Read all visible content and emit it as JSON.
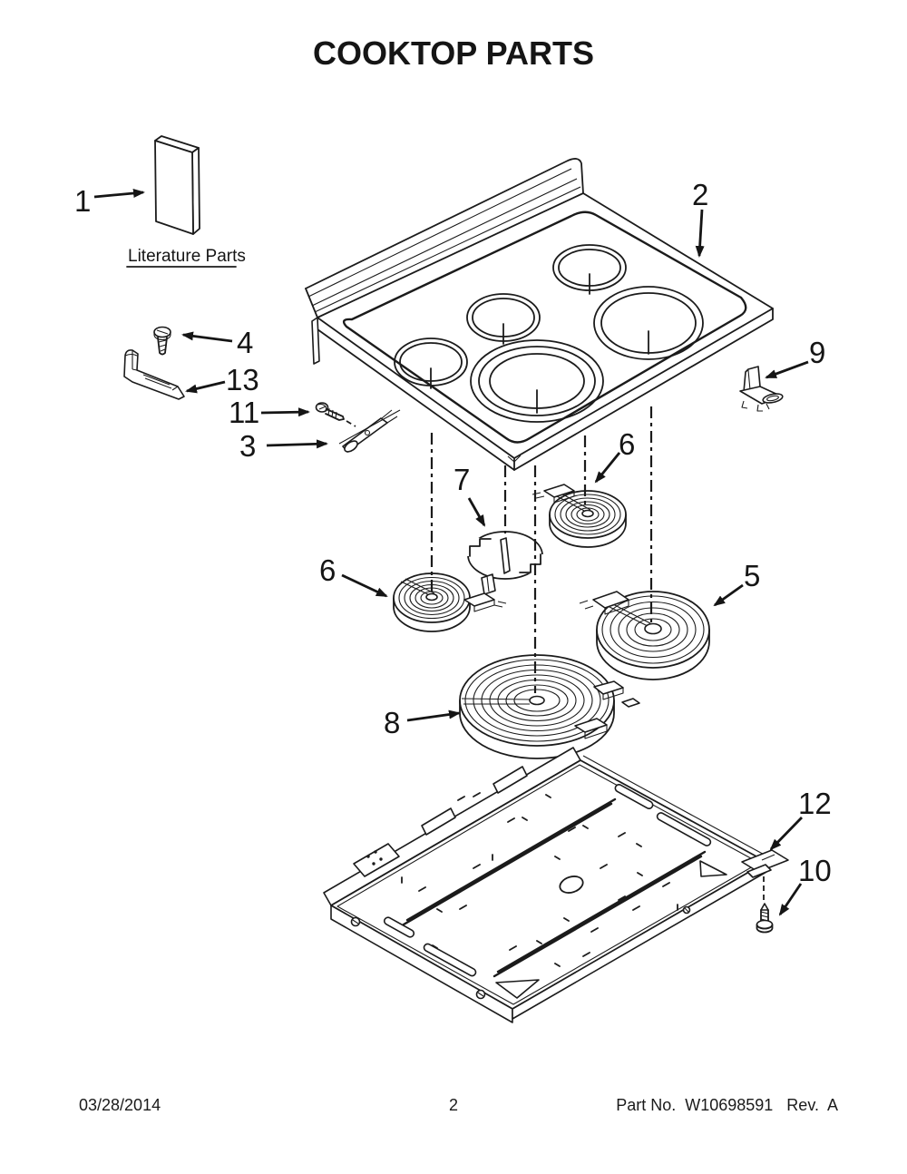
{
  "page": {
    "background": "#ffffff",
    "ink": "#1b1b1b"
  },
  "title": "COOKTOP PARTS",
  "literature": {
    "label": "Literature Parts"
  },
  "callouts": {
    "c1": "1",
    "c2": "2",
    "c3": "3",
    "c4": "4",
    "c5": "5",
    "c6_left": "6",
    "c6_right": "6",
    "c7": "7",
    "c8": "8",
    "c9": "9",
    "c10": "10",
    "c11": "11",
    "c12": "12",
    "c13": "13"
  },
  "footer": {
    "date": "03/28/2014",
    "page_number": "2",
    "part_info": "Part No.  W10698591   Rev.  A"
  }
}
